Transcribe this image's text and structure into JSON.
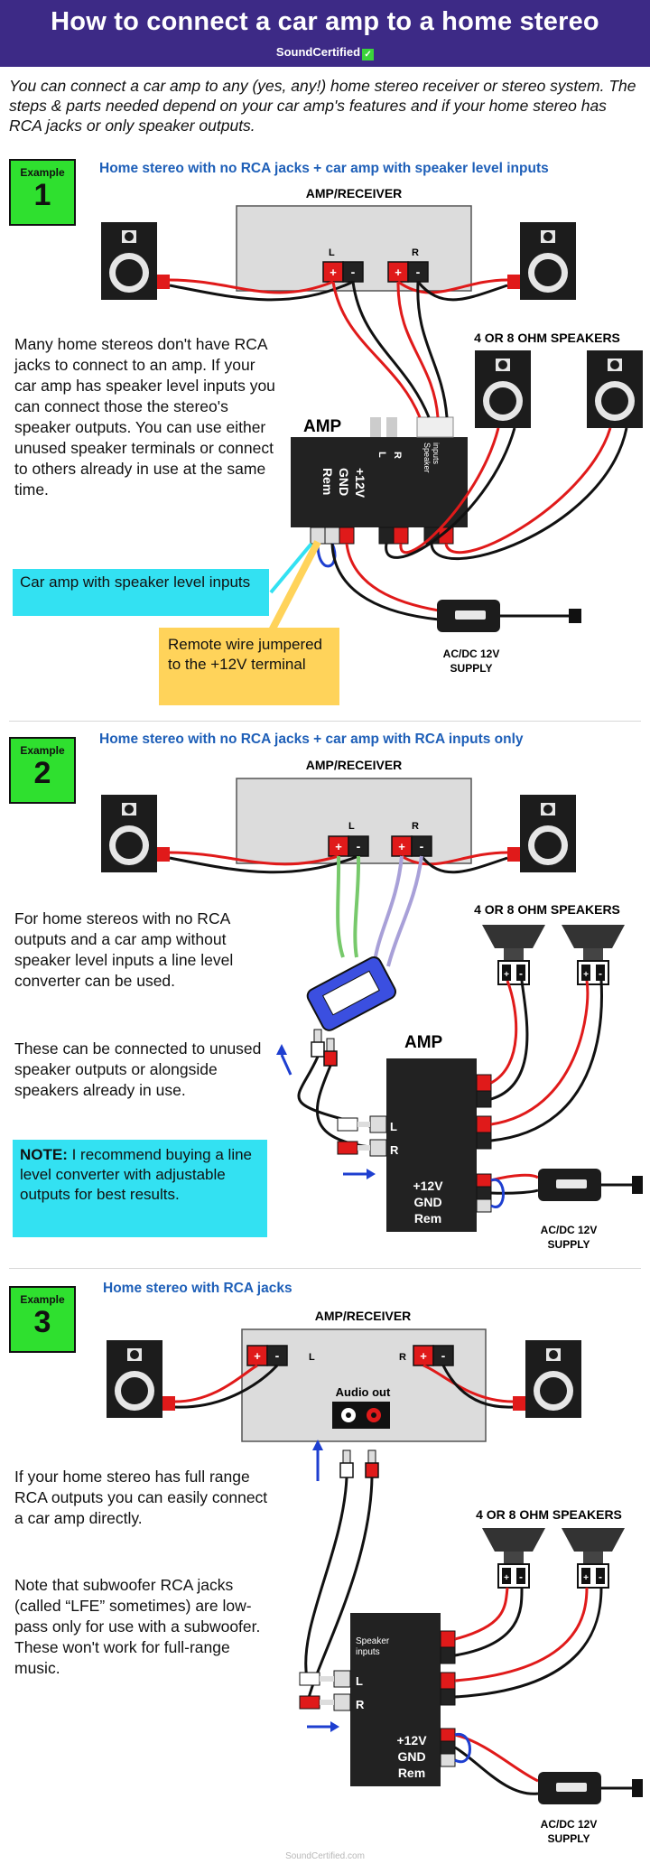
{
  "header": {
    "title": "How to connect a car amp to a home stereo",
    "brand": "SoundCertified"
  },
  "intro": "You can connect a car amp to any (yes, any!) home stereo receiver or stereo system. The steps & parts needed depend on your car amp's features and if your home stereo has RCA jacks or only speaker outputs.",
  "labels": {
    "amp_receiver": "AMP/RECEIVER",
    "speakers": "4 OR 8 OHM SPEAKERS",
    "amp": "AMP",
    "supply_line1": "AC/DC 12V",
    "supply_line2": "SUPPLY",
    "left": "L",
    "right": "R",
    "speaker_inputs_line1": "Speaker",
    "speaker_inputs_line2": "inputs",
    "v12": "+12V",
    "gnd": "GND",
    "rem": "Rem",
    "audio_out": "Audio out",
    "plus": "+",
    "minus": "-"
  },
  "example1": {
    "badge_label": "Example",
    "badge_num": "1",
    "title": "Home stereo with no RCA jacks + car amp with speaker level inputs",
    "text": "Many home stereos don't have RCA jacks to connect to an amp. If your car amp has speaker level inputs you can connect those the stereo's speaker outputs. You can use either unused speaker terminals or connect to others already in use at the same time.",
    "callout_blue": "Car amp with speaker level inputs",
    "callout_yellow": "Remote wire jumpered to the +12V terminal"
  },
  "example2": {
    "badge_label": "Example",
    "badge_num": "2",
    "title": "Home stereo with no RCA jacks + car amp with RCA inputs only",
    "text1": "For home stereos with no RCA outputs and a car amp without speaker level inputs a line level converter can be used.",
    "text2": "These can be connected to unused speaker outputs or alongside speakers already in use.",
    "note_label": "NOTE:",
    "note_text": " I recommend buying a line level converter with adjustable outputs for best results."
  },
  "example3": {
    "badge_label": "Example",
    "badge_num": "3",
    "title": "Home stereo with RCA jacks",
    "text1": "If your home stereo has full range RCA outputs you can easily connect a car amp directly.",
    "text2": "Note that subwoofer RCA jacks (called “LFE” sometimes) are low-pass only for use with a subwoofer. These won't work for full-range music."
  },
  "footer": "SoundCertified.com",
  "colors": {
    "header_bg": "#3d2a86",
    "badge_green": "#2fe02f",
    "title_blue": "#1e5fb8",
    "callout_cyan": "#33e1f2",
    "callout_yellow": "#ffd35a",
    "terminal_red": "#e01a1a"
  }
}
